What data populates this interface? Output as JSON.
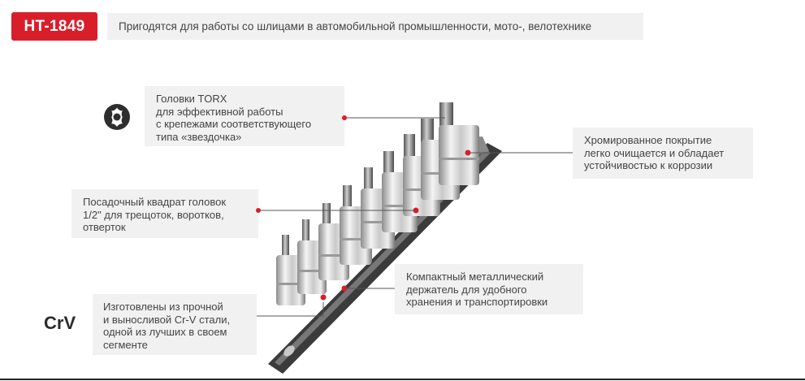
{
  "header": {
    "model": "HT-1849",
    "tagline": "Пригодятся для работы со шлицами в автомобильной промышленности, мото-, велотехнике"
  },
  "notes": {
    "torx": "Головки TORX\nдля эффективной работы\nс крепежами соответствующего\nтипа «звездочка»",
    "chrome": "Хромированное покрытие\nлегко очищается и обладает\nустойчивостью к коррозии",
    "square": "Посадочный квадрат головок\n1/2\" для трещоток, воротков,\nотверток",
    "holder": "Компактный металлический\nдержатель для удобного\nхранения и транспортировки",
    "crv": "Изготовлены из прочной\nи выносливой Cr-V стали,\nодной из лучших в своем\nсегменте"
  },
  "material_label": "CrV",
  "icons": {
    "torx": "torx-star-icon"
  },
  "colors": {
    "accent": "#d81e2a",
    "note_bg": "#f1f1f1",
    "rail": "#3a3a3a"
  }
}
